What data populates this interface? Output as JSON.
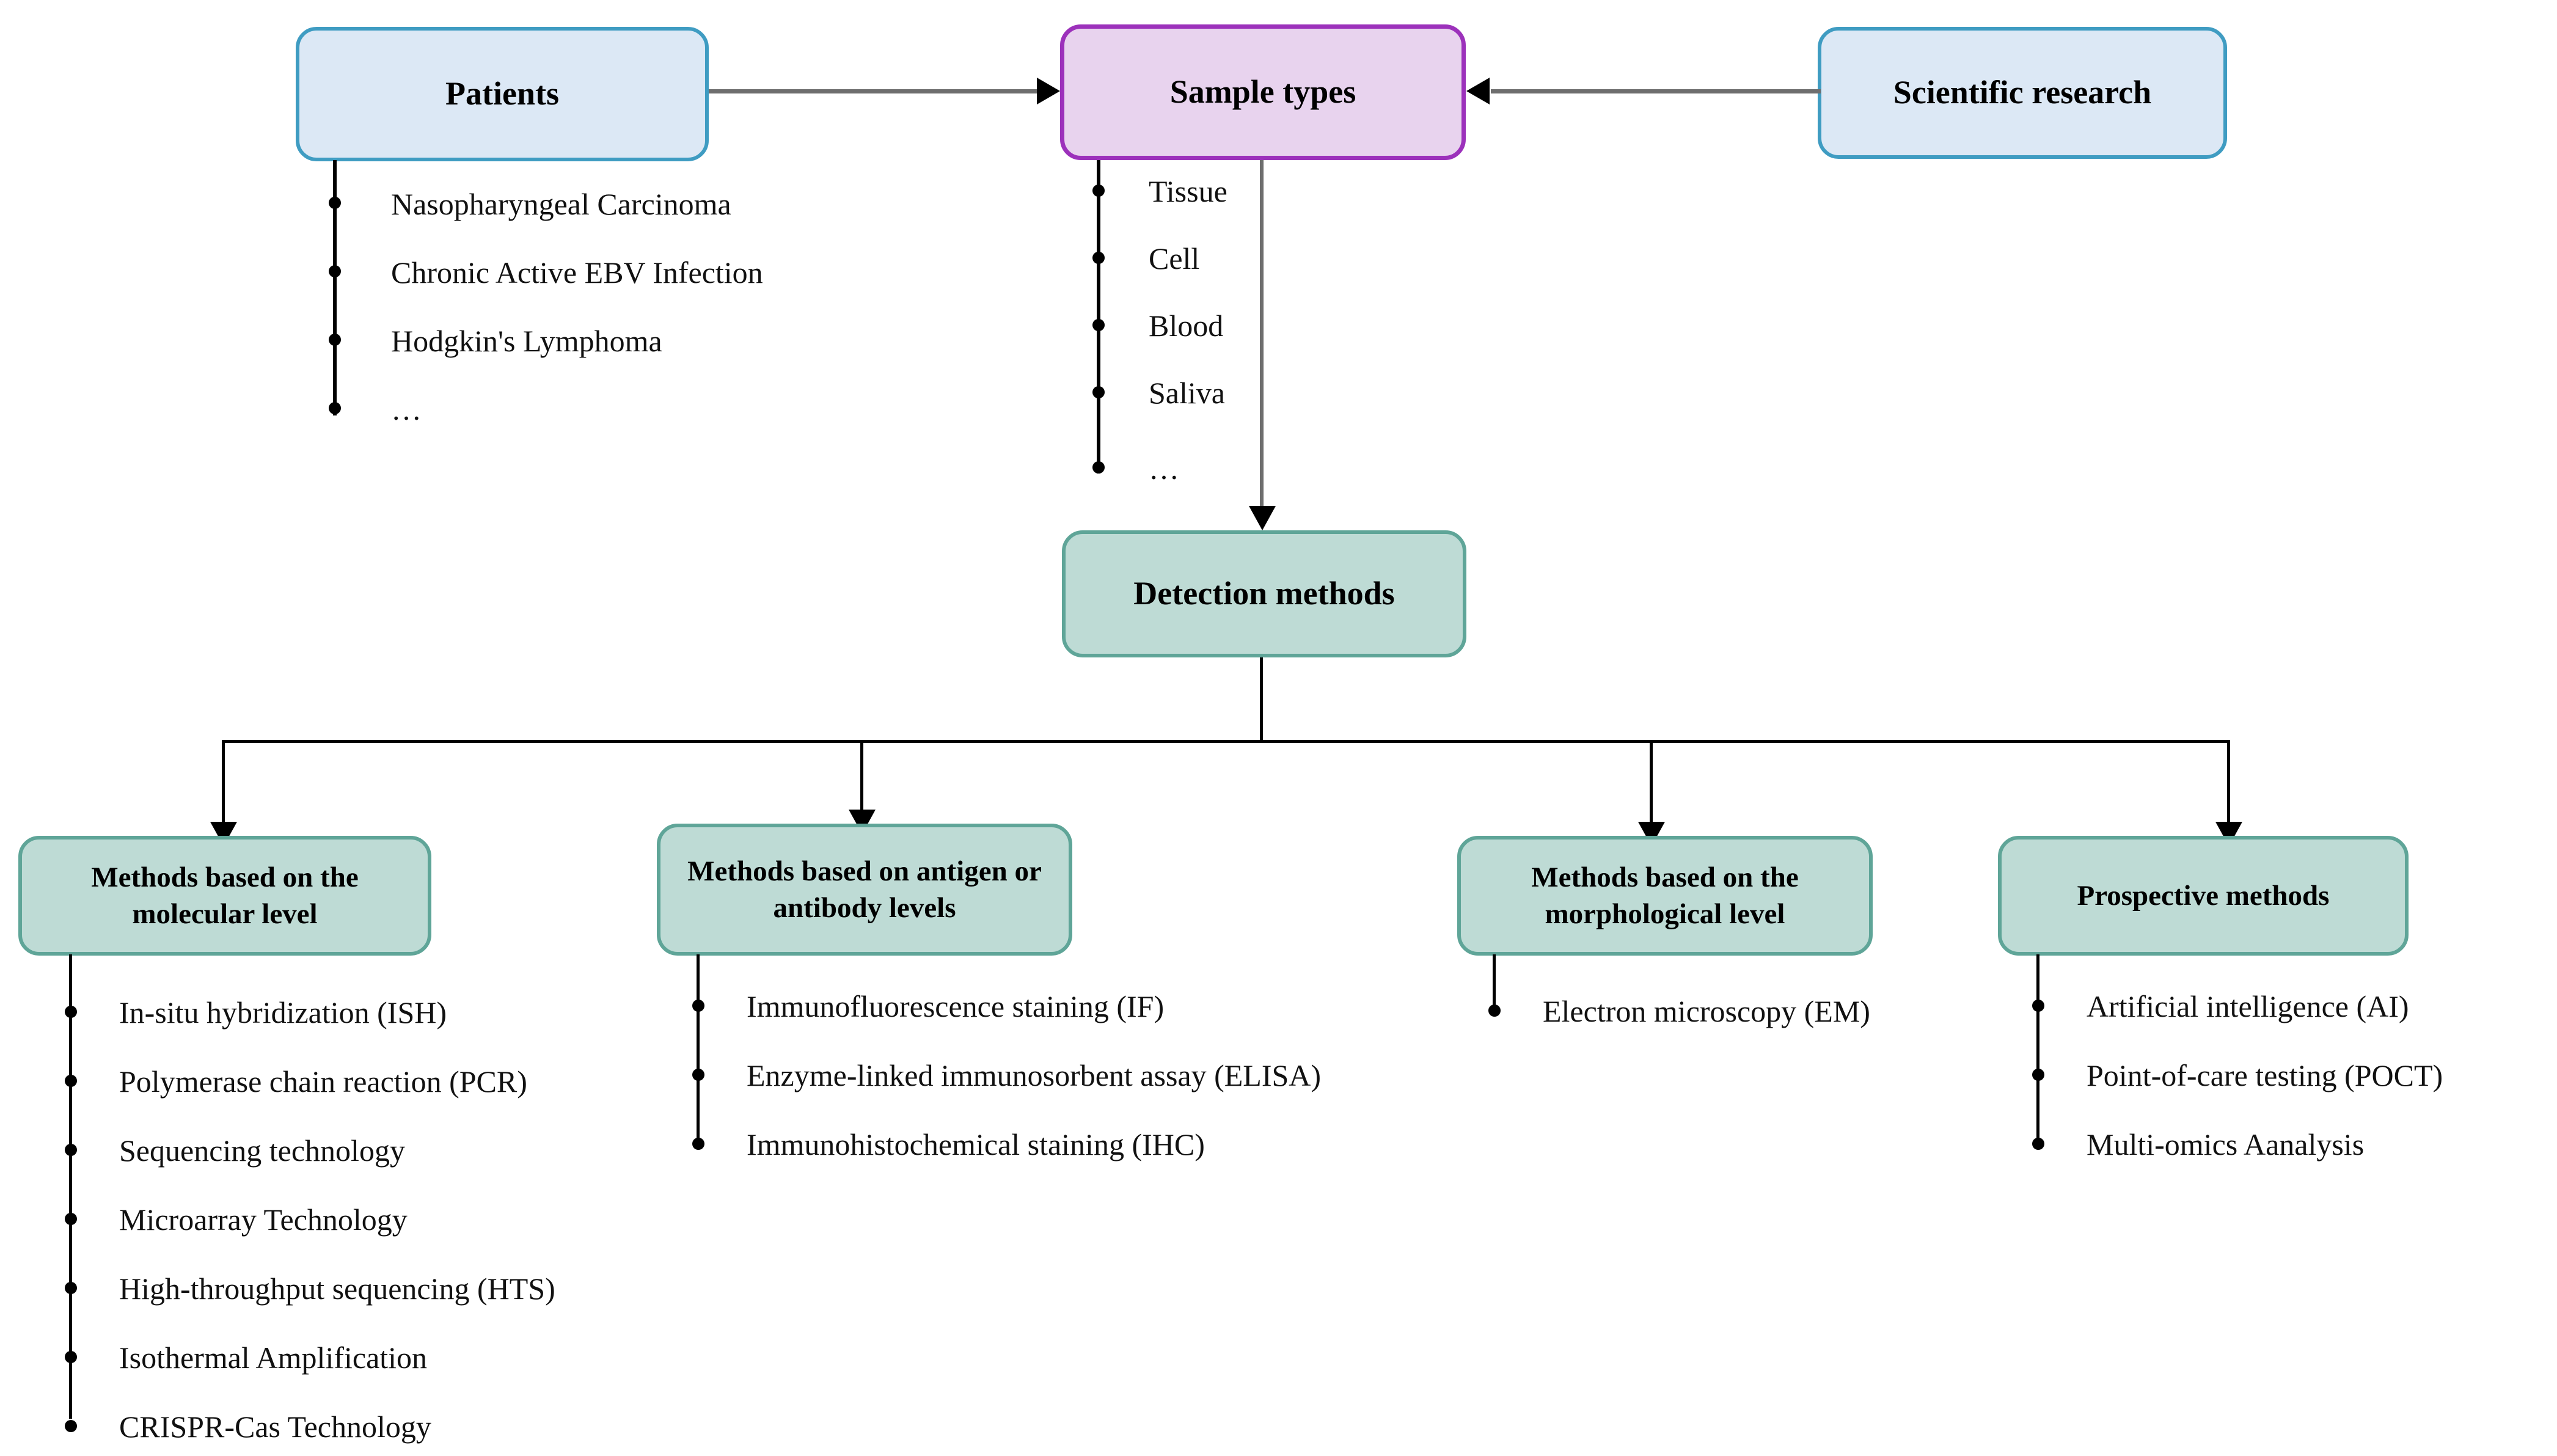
{
  "diagram": {
    "title": "EBV sample types and detection methods workflow",
    "colors": {
      "blue_fill": "#dce8f5",
      "blue_border": "#3f9cc2",
      "purple_fill": "#e8d3ee",
      "purple_border": "#9c31bb",
      "green_fill": "#bedbd5",
      "green_border": "#5fa598",
      "connector": "#000000",
      "arrow_line": "#6e6e6e"
    }
  },
  "nodes": {
    "patients": {
      "label": "Patients"
    },
    "sample_types": {
      "label": "Sample types"
    },
    "scientific_research": {
      "label": "Scientific research"
    },
    "detection_methods": {
      "label": "Detection methods"
    },
    "molecular": {
      "label": "Methods based on the molecular level"
    },
    "antigen": {
      "label": "Methods based on antigen or antibody levels"
    },
    "morphological": {
      "label": "Methods based on the morphological level"
    },
    "prospective": {
      "label": "Prospective methods"
    }
  },
  "lists": {
    "patients": [
      "Nasopharyngeal Carcinoma",
      "Chronic Active EBV Infection",
      "Hodgkin's Lymphoma",
      "…"
    ],
    "sample_types": [
      "Tissue",
      "Cell",
      "Blood",
      "Saliva",
      "…"
    ],
    "molecular": [
      "In-situ hybridization (ISH)",
      "Polymerase chain reaction (PCR)",
      "Sequencing technology",
      "Microarray Technology",
      "High-throughput sequencing (HTS)",
      "Isothermal Amplification",
      "CRISPR-Cas Technology"
    ],
    "antigen": [
      "Immunofluorescence staining (IF)",
      "Enzyme-linked immunosorbent assay (ELISA)",
      "Immunohistochemical staining (IHC)"
    ],
    "morphological": [
      "Electron microscopy (EM)"
    ],
    "prospective": [
      "Artificial intelligence (AI)",
      "Point-of-care testing (POCT)",
      "Multi-omics Aanalysis"
    ]
  }
}
